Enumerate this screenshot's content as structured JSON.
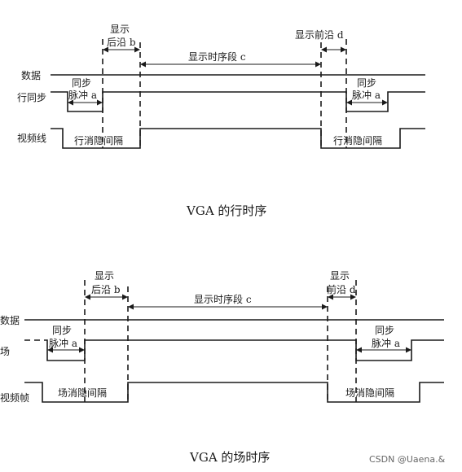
{
  "top": {
    "caption": "VGA 的行时序",
    "label_data": "数据",
    "label_sync": "行同步",
    "label_video": "视频线",
    "back_porch_1": "显示",
    "back_porch_2": "后沿 b",
    "front_porch": "显示前沿 d",
    "display": "显示时序段 c",
    "sync_pulse_1": "同步",
    "sync_pulse_2": "脉冲 a",
    "blank": "行消隐间隔"
  },
  "bottom": {
    "caption": "VGA 的场时序",
    "label_data": "数据",
    "label_sync": "场",
    "label_video": "视频帧",
    "back_porch_1": "显示",
    "back_porch_2": "后沿 b",
    "front_porch_1": "显示",
    "front_porch_2": "前沿 d",
    "display": "显示时序段 c",
    "sync_pulse_1": "同步",
    "sync_pulse_2": "脉冲 a",
    "blank": "场消隐间隔"
  },
  "watermark": "CSDN @Uaena.&"
}
